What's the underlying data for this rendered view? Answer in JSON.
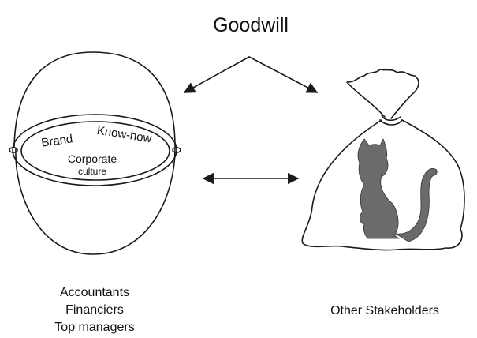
{
  "title": "Goodwill",
  "basket": {
    "labels": {
      "brand": "Brand",
      "know_how": "Know-how",
      "corporate": "Corporate",
      "culture": "culture"
    }
  },
  "left_group": [
    "Accountants",
    "Financiers",
    "Top managers"
  ],
  "right_group": "Other Stakeholders",
  "colors": {
    "line": "#1a1a1a",
    "cat": "#6b6b6b",
    "text": "#111111"
  }
}
